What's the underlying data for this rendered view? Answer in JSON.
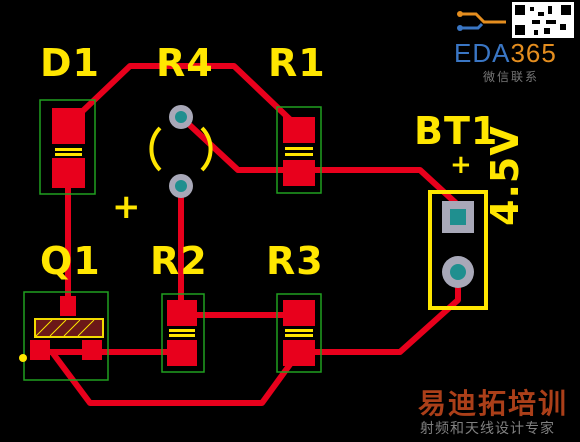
{
  "designators": {
    "d1": "D1",
    "r4": "R4",
    "r1": "R1",
    "bt1": "BT1",
    "q1": "Q1",
    "r2": "R2",
    "r3": "R3"
  },
  "silkscreen": {
    "battery_voltage": "4.5V",
    "plus_bt1": "+",
    "plus_r4": "+"
  },
  "watermark": {
    "brand_prefix": "EDA",
    "brand_number": "365",
    "brand_sub": "微信联系",
    "cn_title": "易迪拓培训",
    "cn_sub": "射频和天线设计专家"
  },
  "colors": {
    "background": "#000000",
    "trace": "#e8001c",
    "pad": "#e8001c",
    "silkscreen": "#ffe600",
    "via_ring": "#a8a8b8",
    "via_hole": "#1f8f8f",
    "courtyard": "#20a020"
  }
}
